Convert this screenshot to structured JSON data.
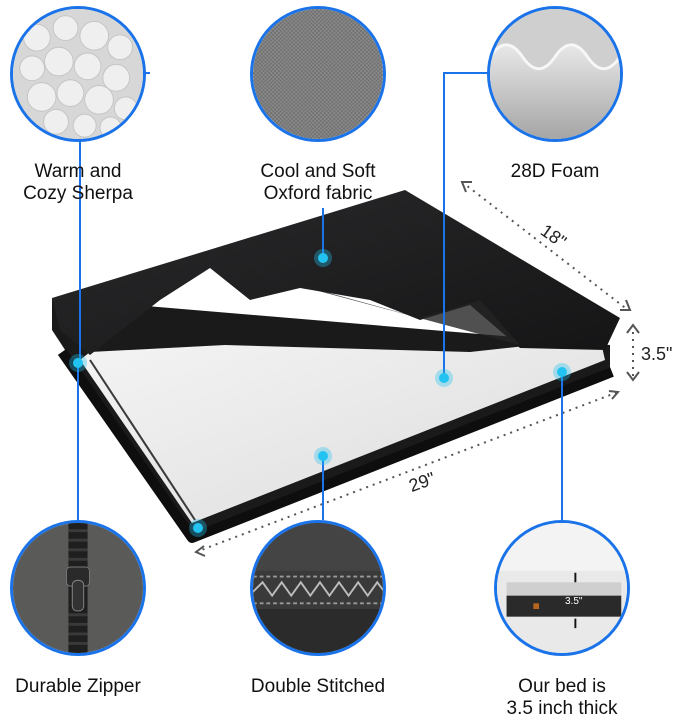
{
  "features": {
    "sherpa": "Warm and\nCozy Sherpa",
    "oxford": "Cool and Soft\nOxford fabric",
    "foam": "28D Foam",
    "zipper": "Durable Zipper",
    "stitched": "Double Stitched",
    "thickness": "Our bed is\n3.5 inch thick"
  },
  "dimensions": {
    "width": "18\"",
    "height": "3.5\"",
    "length": "29\""
  },
  "inset_label": "3.5\"",
  "colors": {
    "accent": "#1a73e8",
    "dot": "#22c3f0",
    "cover": "#1f1f21",
    "foam": "#eeeeee"
  }
}
